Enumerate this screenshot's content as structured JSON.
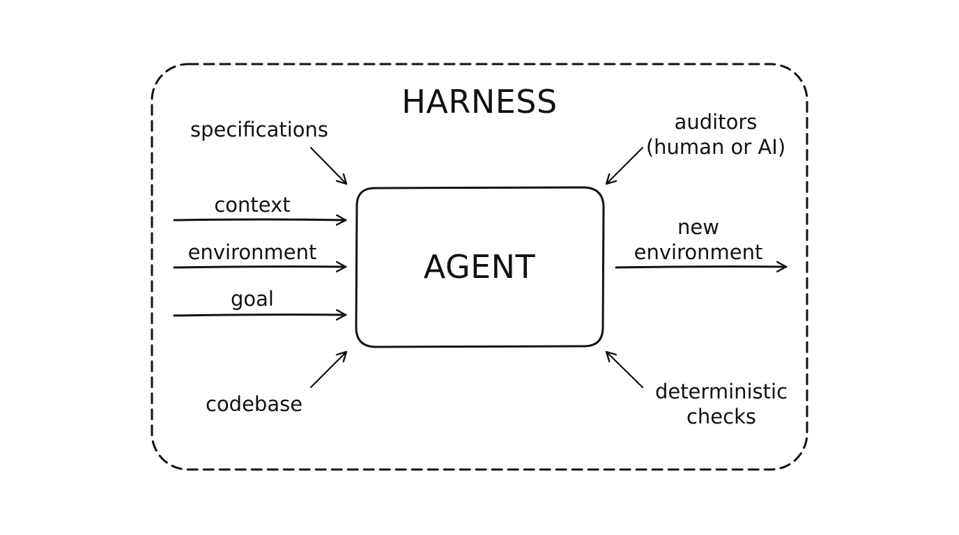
{
  "harness": {
    "title": "HARNESS"
  },
  "agent": {
    "title": "AGENT"
  },
  "inputs": {
    "specifications": "specifications",
    "context": "context",
    "environment": "environment",
    "goal": "goal",
    "codebase": "codebase"
  },
  "feedback": {
    "auditors_line1": "auditors",
    "auditors_line2": "(human or AI)",
    "deterministic_line1": "deterministic",
    "deterministic_line2": "checks"
  },
  "output": {
    "new_env_line1": "new",
    "new_env_line2": "environment"
  },
  "colors": {
    "stroke": "#111111",
    "background": "#ffffff"
  }
}
